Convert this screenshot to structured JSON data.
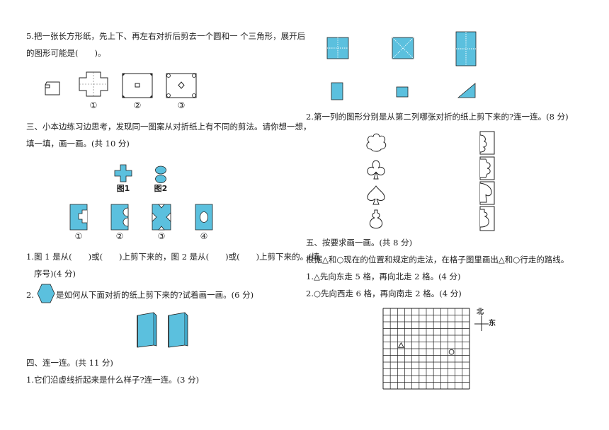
{
  "left": {
    "q5_line1": "5.把一张长方形纸，先上下、再左右对折后剪去一个圆和一 个三角形，展开后",
    "q5_line2": "的图形可能是(　　)。",
    "q5_options": [
      "①",
      "②",
      "③"
    ],
    "s3_line1": "三、小本边练习边思考，发现同一图案从对折纸上有不同的剪法。请你想一想，",
    "s3_line2": "填一填，画一画。(共 10 分)",
    "fig1_label": "图1",
    "fig2_label": "图2",
    "cut_labels": [
      "①",
      "②",
      "③",
      "④"
    ],
    "q1_line1": "1.图 1 是从(　　)或(　　)上剪下来的，图 2 是从(　　)或(　　)上剪下来的。(填",
    "q1_line2": "序号)(4 分)",
    "q2_num": "2.",
    "q2_text": "是如何从下面对折的纸上剪下来的?试着画一画。(6 分)",
    "s4_title": "四、连一连。(共 11 分)",
    "s4_q1": "1.它们沿虚线折起来是什么样子?连一连。(3 分)"
  },
  "right": {
    "q2_text": "2.第一列的图形分别是从第二列哪张对折的纸上剪下来的?连一连。(8 分)",
    "s5_title": "五、按要求画一画。(共 8 分)",
    "s5_intro": "根据△和○现在的位置和规定的走法，在格子图里画出△和○行走的路线。",
    "s5_q1": "1.△先向东走 5 格，再向北走 2 格。(4 分)",
    "s5_q2": "2.○先向西走 6 格，再向南走 2 格。(4 分)",
    "compass_north": "北",
    "compass_east": "东",
    "grid": {
      "cols": 12,
      "rows": 12,
      "triangle_cell": [
        2,
        5
      ],
      "circle_cell": [
        9,
        6
      ]
    }
  },
  "colors": {
    "accent": "#5bc0de",
    "line": "#222222"
  }
}
